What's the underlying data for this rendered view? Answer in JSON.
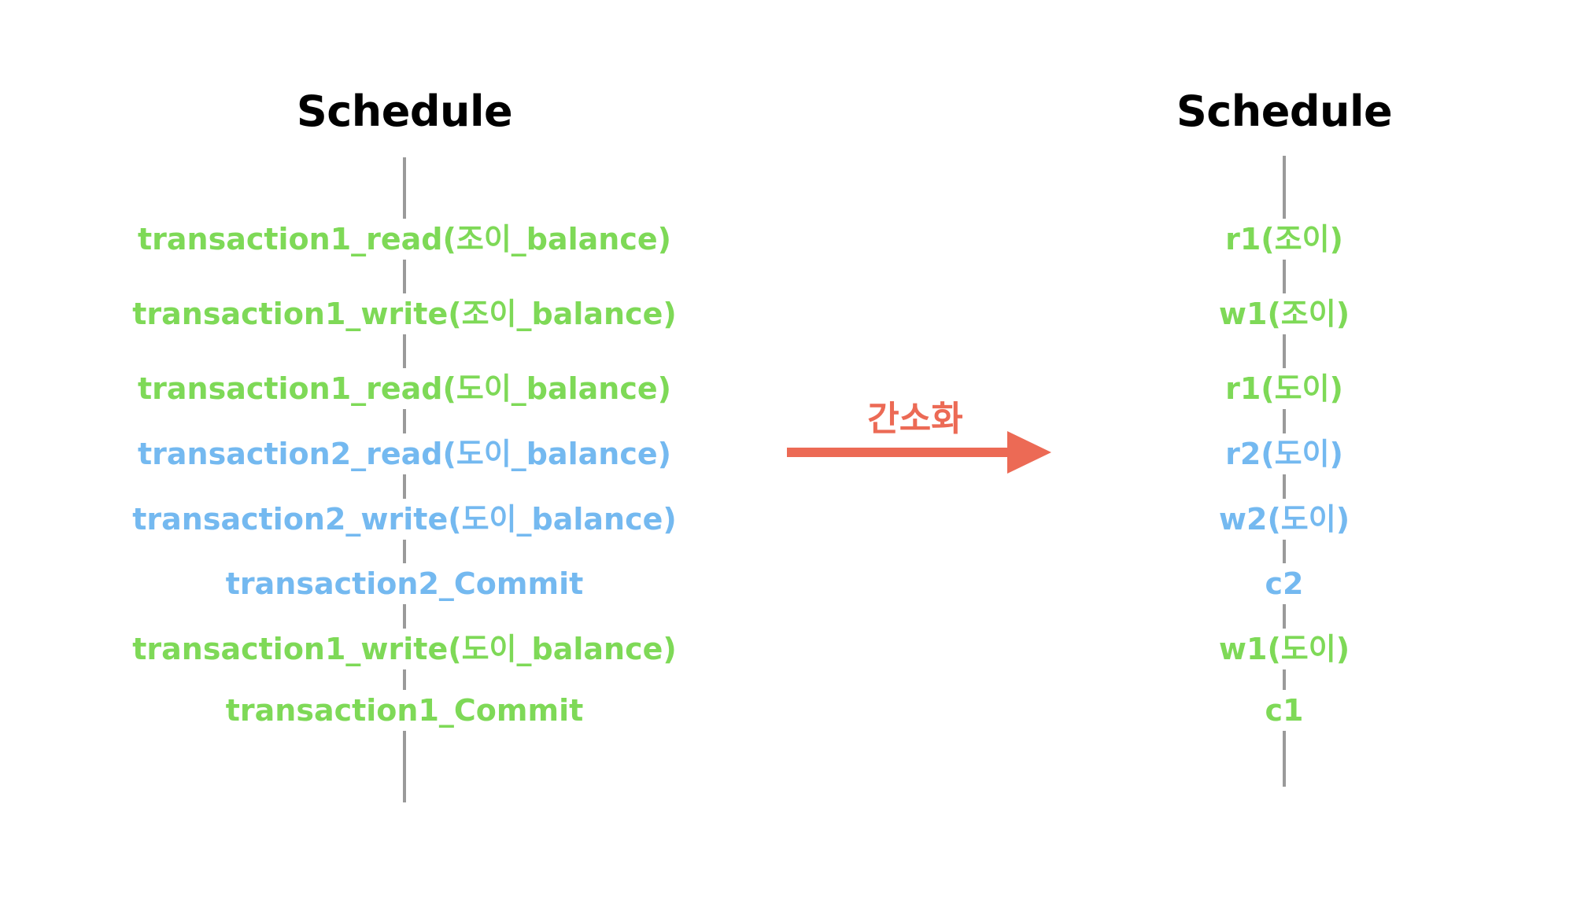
{
  "colors": {
    "transaction1": "#7ed957",
    "transaction2": "#74b9f0",
    "arrow": "#ec6a55",
    "timeline": "#9a9a9a"
  },
  "left": {
    "title": "Schedule",
    "steps": [
      {
        "label": "transaction1_read(조이_balance)",
        "txn": 1
      },
      {
        "label": "transaction1_write(조이_balance)",
        "txn": 1
      },
      {
        "label": "transaction1_read(도이_balance)",
        "txn": 1
      },
      {
        "label": "transaction2_read(도이_balance)",
        "txn": 2
      },
      {
        "label": "transaction2_write(도이_balance)",
        "txn": 2
      },
      {
        "label": "transaction2_Commit",
        "txn": 2
      },
      {
        "label": "transaction1_write(도이_balance)",
        "txn": 1
      },
      {
        "label": "transaction1_Commit",
        "txn": 1
      }
    ]
  },
  "arrow": {
    "label": "간소화",
    "icon": "right-arrow-icon"
  },
  "right": {
    "title": "Schedule",
    "steps": [
      {
        "label": "r1(조이)",
        "txn": 1
      },
      {
        "label": "w1(조이)",
        "txn": 1
      },
      {
        "label": "r1(도이)",
        "txn": 1
      },
      {
        "label": "r2(도이)",
        "txn": 2
      },
      {
        "label": "w2(도이)",
        "txn": 2
      },
      {
        "label": "c2",
        "txn": 2
      },
      {
        "label": "w1(도이)",
        "txn": 1
      },
      {
        "label": "c1",
        "txn": 1
      }
    ]
  }
}
